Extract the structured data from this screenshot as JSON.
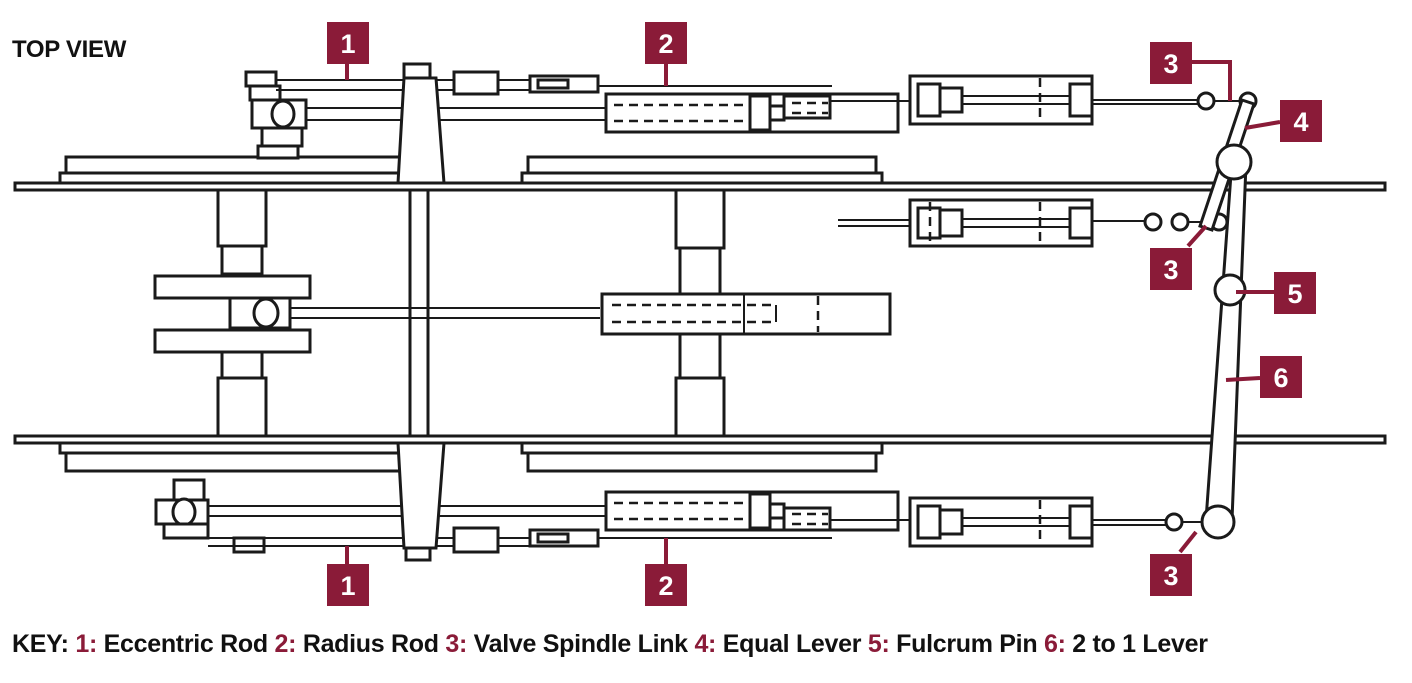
{
  "title": "TOP VIEW",
  "accent_color": "#8a1b38",
  "badges": {
    "b1_top": "1",
    "b1_bottom": "1",
    "b2_top": "2",
    "b2_bottom": "2",
    "b3_top": "3",
    "b3_middle": "3",
    "b3_bottom": "3",
    "b4": "4",
    "b5": "5",
    "b6": "6"
  },
  "key": {
    "prefix": "KEY:",
    "items": [
      {
        "num": "1:",
        "label": "Eccentric Rod"
      },
      {
        "num": "2:",
        "label": "Radius Rod"
      },
      {
        "num": "3:",
        "label": "Valve Spindle Link"
      },
      {
        "num": "4:",
        "label": "Equal Lever"
      },
      {
        "num": "5:",
        "label": "Fulcrum Pin"
      },
      {
        "num": "6:",
        "label": "2 to 1 Lever"
      }
    ]
  }
}
